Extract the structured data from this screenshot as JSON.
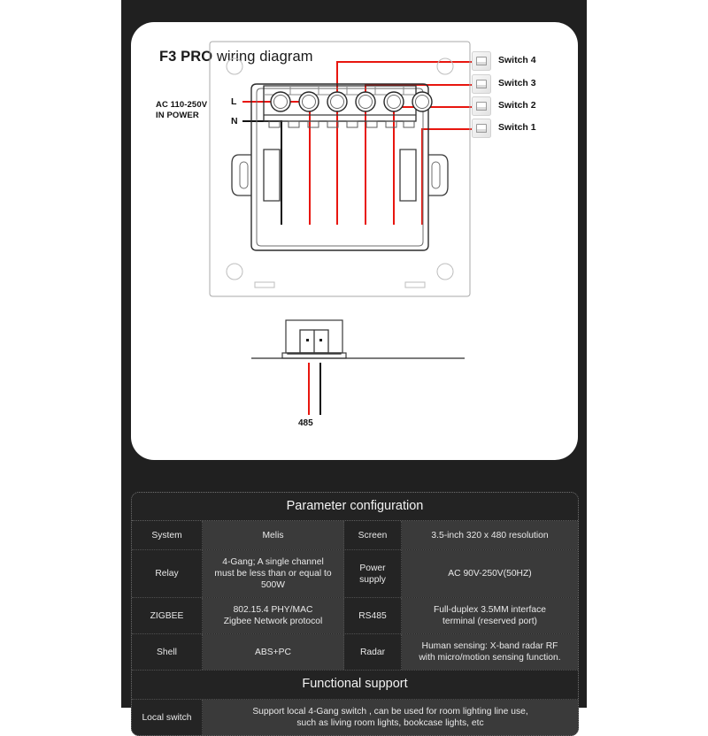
{
  "diagram": {
    "title_bold": "F3 PRO",
    "title_regular": " wiring diagram",
    "power_label_line1": "AC 110-250V",
    "power_label_line2": "IN POWER",
    "pin_live": "L",
    "pin_neutral": "N",
    "bus_label": "485",
    "switches": [
      {
        "label": "Switch 4"
      },
      {
        "label": "Switch 3"
      },
      {
        "label": "Switch 2"
      },
      {
        "label": "Switch 1"
      }
    ],
    "colors": {
      "live_wire": "#e8160f",
      "neutral_wire": "#121212",
      "card_background": "#ffffff",
      "panel_background": "#202020"
    }
  },
  "table": {
    "title": "Parameter configuration",
    "rows": [
      {
        "label1": "System",
        "value1": "Melis",
        "label2": "Screen",
        "value2": "3.5-inch 320 x 480 resolution"
      },
      {
        "label1": "Relay",
        "value1": "4-Gang; A single channel\nmust be less than or equal to 500W",
        "label2": "Power\nsupply",
        "value2": "AC 90V-250V(50HZ)"
      },
      {
        "label1": "ZIGBEE",
        "value1": "802.15.4 PHY/MAC\nZigbee Network protocol",
        "label2": "RS485",
        "value2": "Full-duplex 3.5MM interface\nterminal (reserved port)"
      },
      {
        "label1": "Shell",
        "value1": "ABS+PC",
        "label2": "Radar",
        "value2": "Human sensing: X-band radar RF\nwith micro/motion sensing function."
      }
    ],
    "section_title": "Functional support",
    "footer_row": {
      "label": "Local switch",
      "value": "Support local 4-Gang switch , can be used for room lighting line use,\nsuch as living room lights, bookcase lights, etc"
    }
  }
}
